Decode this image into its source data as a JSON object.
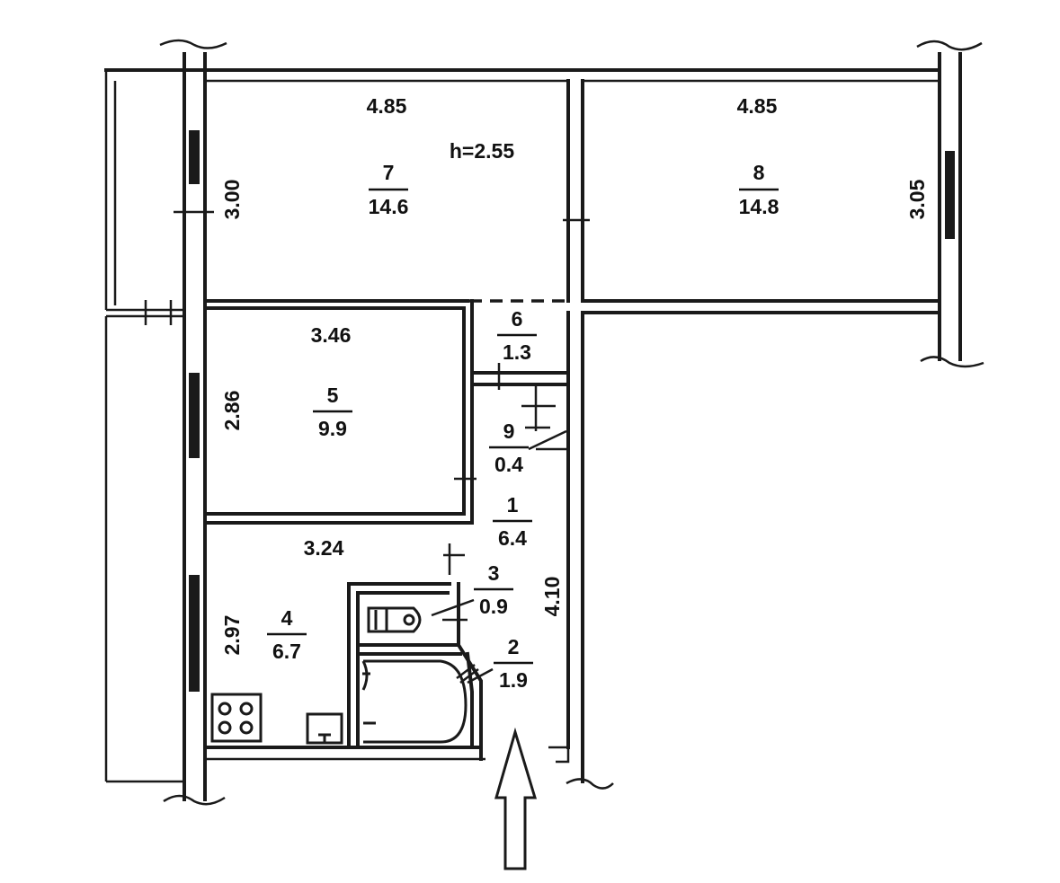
{
  "colors": {
    "ink": "#1a1a1a",
    "background": "#ffffff"
  },
  "ceiling_height": "h=2.55",
  "rooms": [
    {
      "number": "1",
      "area": "6.4"
    },
    {
      "number": "2",
      "area": "1.9"
    },
    {
      "number": "3",
      "area": "0.9"
    },
    {
      "number": "4",
      "area": "6.7"
    },
    {
      "number": "5",
      "area": "9.9"
    },
    {
      "number": "6",
      "area": "1.3"
    },
    {
      "number": "7",
      "area": "14.6"
    },
    {
      "number": "8",
      "area": "14.8"
    },
    {
      "number": "9",
      "area": "0.4"
    }
  ],
  "dimensions": {
    "room7_width": "4.85",
    "room7_depth": "3.00",
    "room8_width": "4.85",
    "room8_depth": "3.05",
    "room5_width": "3.46",
    "room5_depth": "2.86",
    "room4_width": "3.24",
    "room4_depth": "2.97",
    "hall_length": "4.10"
  },
  "icons": [
    "entrance-arrow-icon",
    "stove-icon",
    "toilet-icon",
    "bathtub-icon",
    "sink-icon",
    "window-icon"
  ]
}
